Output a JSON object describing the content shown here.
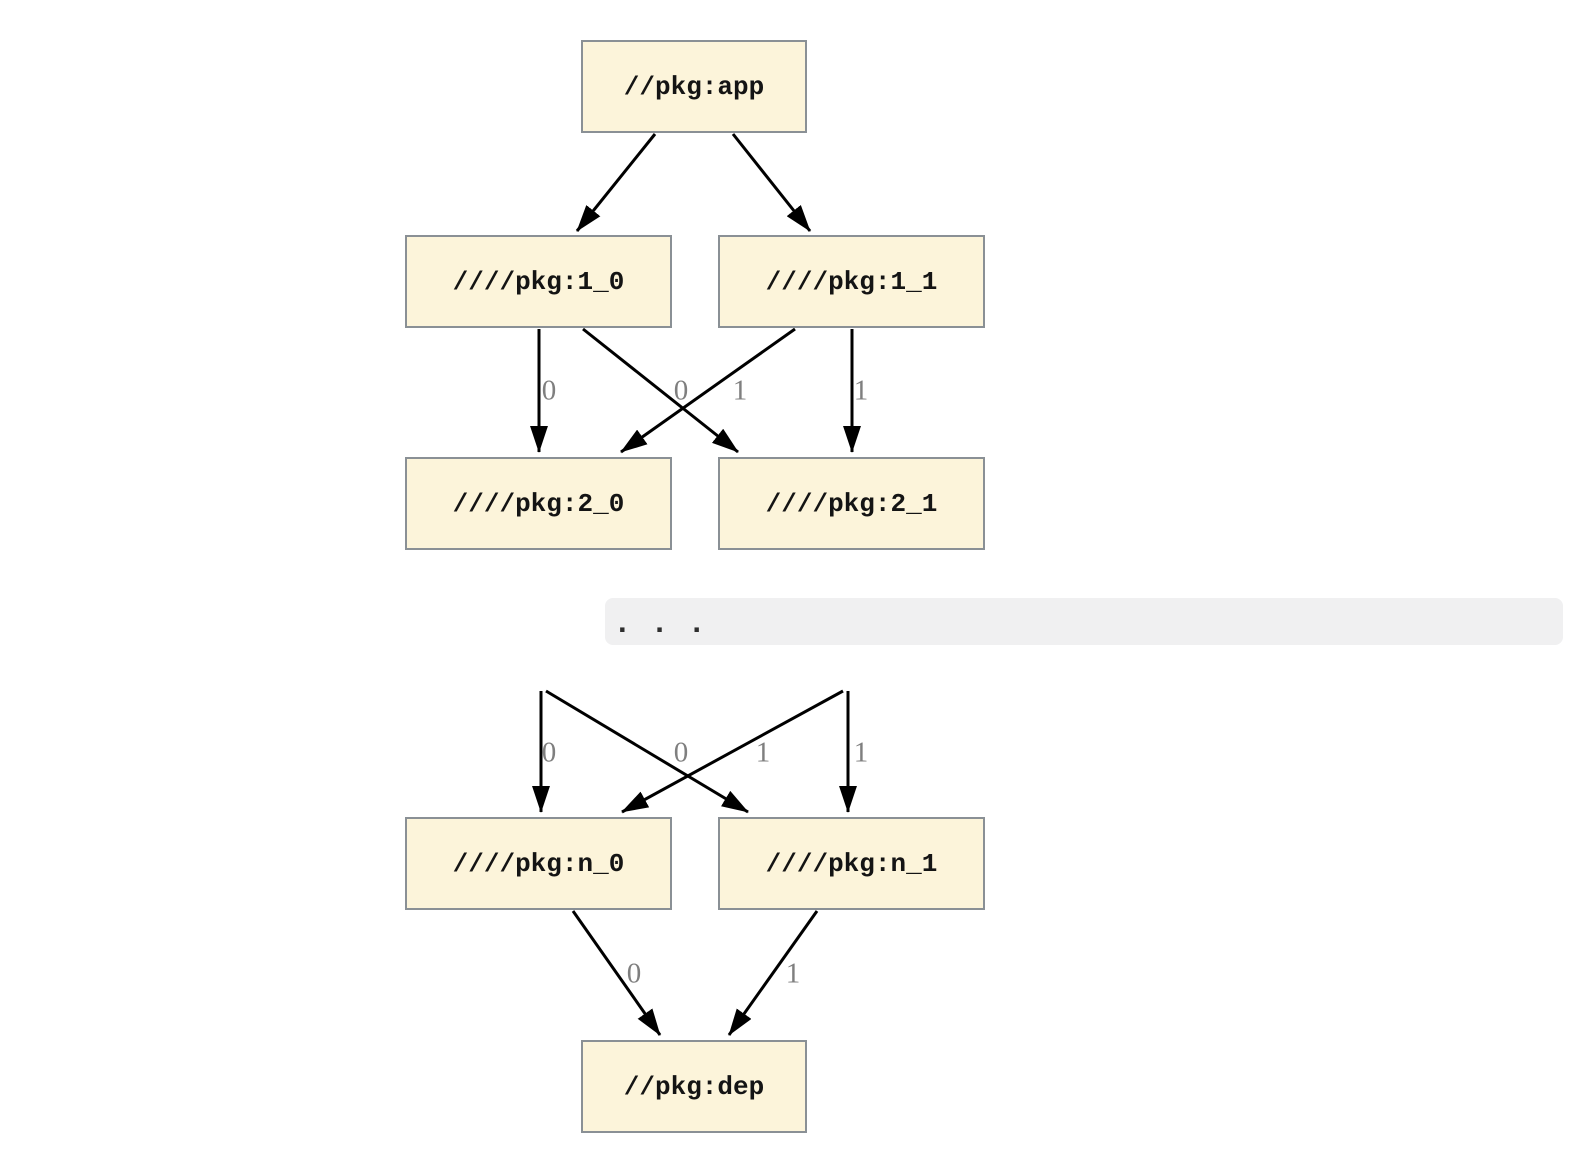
{
  "diagram": {
    "colors": {
      "background": "#FFFFFF",
      "node_fill": "#FCF4DA",
      "node_border": "#8A9095",
      "node_text": "#141414",
      "edge": "#000000",
      "edge_label": "#7F7F7F",
      "band_bg": "#F0F0F1",
      "dots": "#2E2E2E"
    },
    "nodes": [
      {
        "id": "app",
        "label": "//pkg:app"
      },
      {
        "id": "1_0",
        "label": "////pkg:1_0"
      },
      {
        "id": "1_1",
        "label": "////pkg:1_1"
      },
      {
        "id": "2_0",
        "label": "////pkg:2_0"
      },
      {
        "id": "2_1",
        "label": "////pkg:2_1"
      },
      {
        "id": "n_0",
        "label": "////pkg:n_0"
      },
      {
        "id": "n_1",
        "label": "////pkg:n_1"
      },
      {
        "id": "dep",
        "label": "//pkg:dep"
      }
    ],
    "edges": [
      {
        "from": "app",
        "to": "1_0",
        "label": ""
      },
      {
        "from": "app",
        "to": "1_1",
        "label": ""
      },
      {
        "from": "1_0",
        "to": "2_0",
        "label": "0"
      },
      {
        "from": "1_0",
        "to": "2_1",
        "label": "1"
      },
      {
        "from": "1_1",
        "to": "2_0",
        "label": "0"
      },
      {
        "from": "1_1",
        "to": "2_1",
        "label": "1"
      },
      {
        "from": "ellipsis",
        "to": "n_0",
        "label": "0"
      },
      {
        "from": "ellipsis",
        "to": "n_1",
        "label": "1"
      },
      {
        "from": "ellipsis",
        "to": "n_0",
        "label": "0"
      },
      {
        "from": "ellipsis",
        "to": "n_1",
        "label": "1"
      },
      {
        "from": "n_0",
        "to": "dep",
        "label": "0"
      },
      {
        "from": "n_1",
        "to": "dep",
        "label": "1"
      }
    ],
    "ellipsis_text": ". . ."
  }
}
